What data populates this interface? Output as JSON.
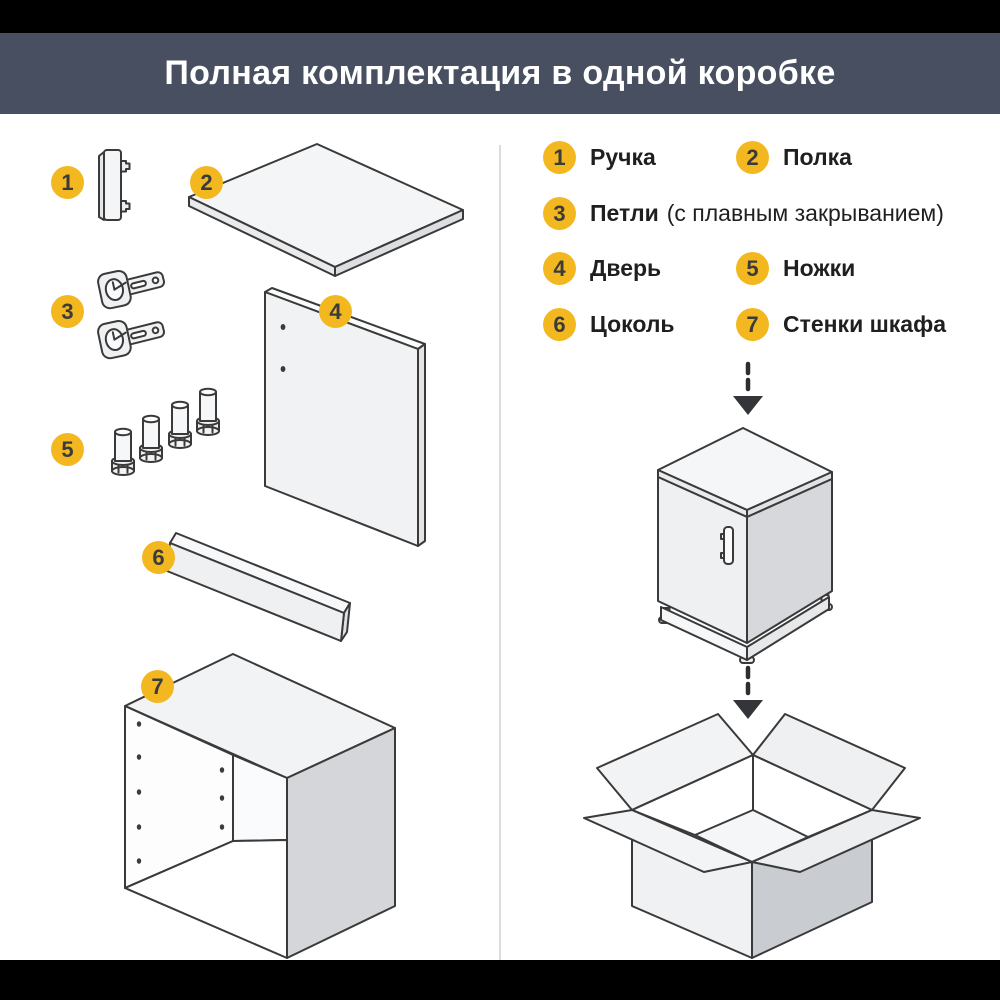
{
  "header": {
    "title": "Полная комплектация в одной коробке"
  },
  "parts": [
    {
      "number": "1",
      "label": "Ручка"
    },
    {
      "number": "2",
      "label": "Полка"
    },
    {
      "number": "3",
      "label": "Петли",
      "note": "(с плавным закрыванием)"
    },
    {
      "number": "4",
      "label": "Дверь"
    },
    {
      "number": "5",
      "label": "Ножки"
    },
    {
      "number": "6",
      "label": "Цоколь"
    },
    {
      "number": "7",
      "label": "Стенки шкафа"
    }
  ],
  "colors": {
    "header_bg": "#484f60",
    "badge_bg": "#f3b81f",
    "badge_text": "#3b3b3b",
    "line": "#3a3a3a",
    "text": "#1f1f1f",
    "letterbox": "#000000"
  }
}
